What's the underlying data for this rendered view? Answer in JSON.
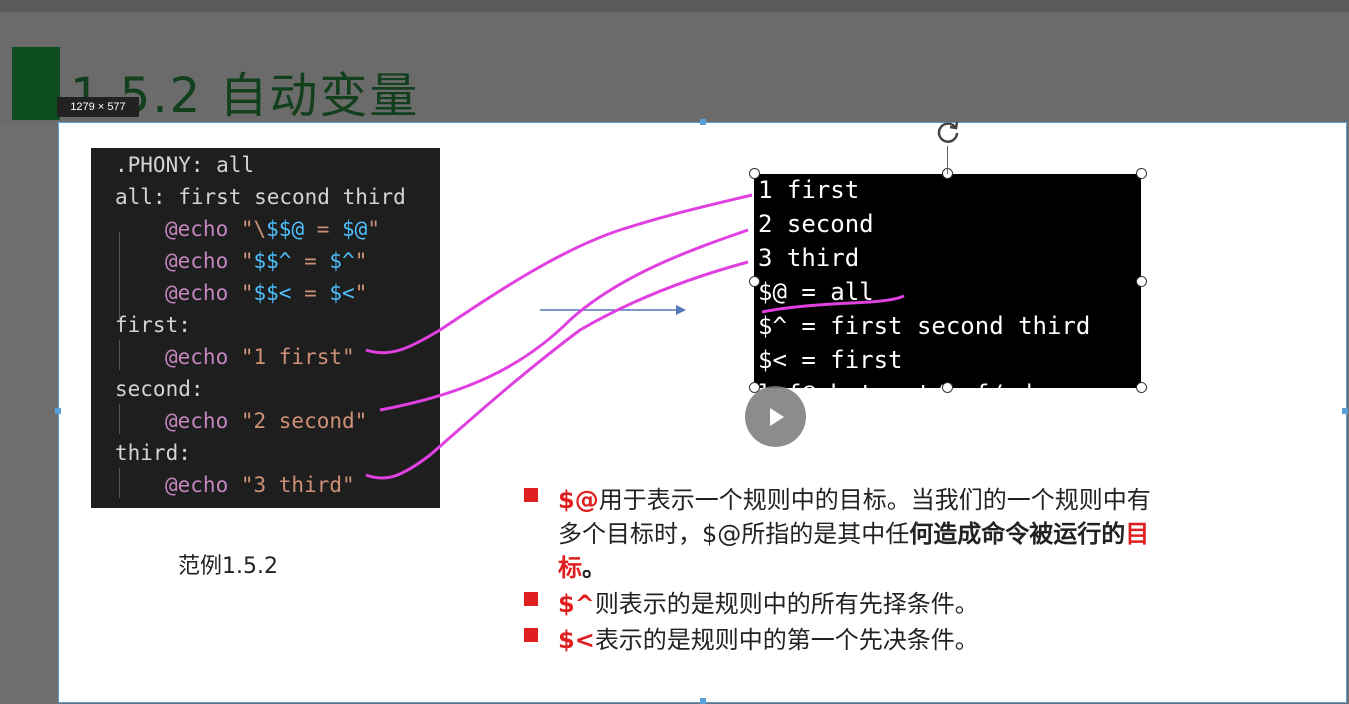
{
  "slide": {
    "title": "1.5.2 自动变量",
    "size_tag": "1279 × 577",
    "caption": "范例1.5.2"
  },
  "code": {
    "phony": ".PHONY: all",
    "all_rule": "all: first second third",
    "echo1_kw": "@echo",
    "echo1_a": " \"\\",
    "echo1_v1": "$$@",
    "echo1_b": " = ",
    "echo1_v2": "$@",
    "echo1_c": "\"",
    "echo2_kw": "@echo",
    "echo2_a": " \"",
    "echo2_v1": "$$^",
    "echo2_b": " = ",
    "echo2_v2": "$^",
    "echo2_c": "\"",
    "echo3_kw": "@echo",
    "echo3_a": " \"",
    "echo3_v1": "$$<",
    "echo3_b": " = ",
    "echo3_v2": "$<",
    "echo3_c": "\"",
    "first_rule": "first:",
    "first_kw": "@echo",
    "first_str": " \"1 first\"",
    "second_rule": "second:",
    "second_kw": "@echo",
    "second_str": " \"2 second\"",
    "third_rule": "third:",
    "third_kw": "@echo",
    "third_str": " \"3 third\""
  },
  "terminal": {
    "lines": [
      "1 first",
      "2 second",
      "3 third",
      "$@ = all",
      "$^ = first second third",
      "$< = first",
      "l f@ b t cut/b f/ d"
    ]
  },
  "bullets": {
    "b1_sym": "$@",
    "b1_text1": "用于表示一个规则中的目标。当我们的一个规则中有",
    "b1_text2": "多个目标时，$@所指的是其中任",
    "b1_bold": "何造成命令被运行的",
    "b1_red1": "目",
    "b1_red2": "标",
    "b1_end": "。",
    "b2_sym": "$^",
    "b2_text": "则表示的是规则中的所有先择条件。",
    "b3_sym": "$<",
    "b3_text": "表示的是规则中的第一个先决条件。"
  },
  "colors": {
    "accent_red": "#e02020",
    "annotation": "#e040e0",
    "arrow": "#5577bb",
    "title_green": "#123f1c"
  }
}
